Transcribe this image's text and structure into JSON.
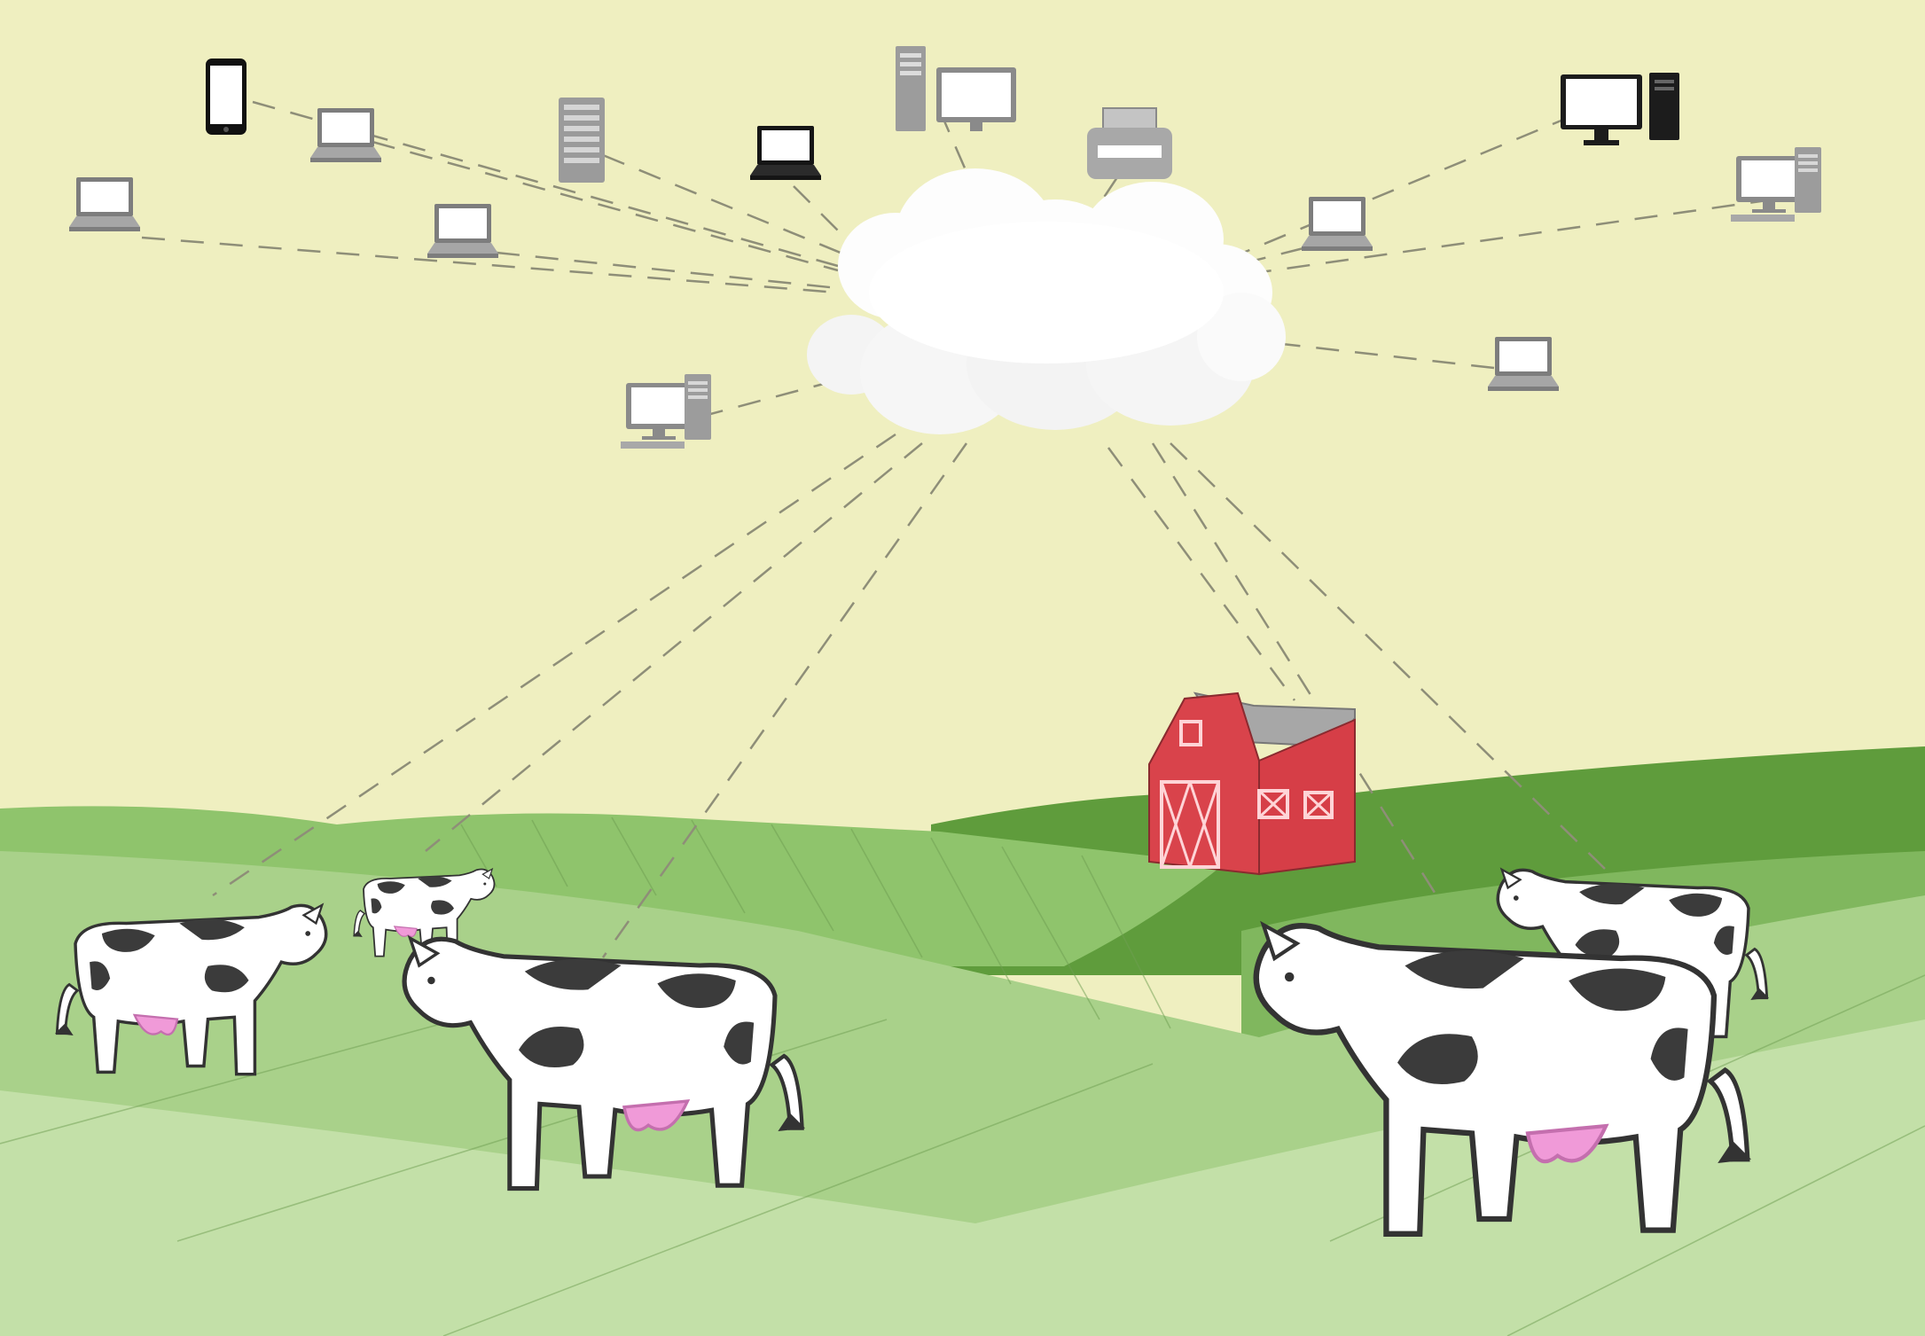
{
  "colors": {
    "sky": "#efefc0",
    "hill_back": "#5f9c3c",
    "hill_mid": "#7fb45c",
    "field_light": "#a9d18a",
    "field_front": "#c3e0a8",
    "barn_red": "#d9434b",
    "barn_roof": "#a7a7a7",
    "cloud": "#ffffff",
    "cow_spot": "#3b3b3b",
    "udder_pink": "#f09ad8",
    "device_gray": "#8f8f8f"
  },
  "devices": [
    {
      "id": "device-smartphone",
      "icon": "smartphone-icon"
    },
    {
      "id": "device-laptop-1",
      "icon": "laptop-icon"
    },
    {
      "id": "device-laptop-2",
      "icon": "laptop-icon"
    },
    {
      "id": "device-laptop-3",
      "icon": "laptop-icon"
    },
    {
      "id": "device-server",
      "icon": "server-icon"
    },
    {
      "id": "device-laptop-black",
      "icon": "laptop-icon"
    },
    {
      "id": "device-desktop-tower-1",
      "icon": "desktop-computer-icon"
    },
    {
      "id": "device-printer",
      "icon": "printer-icon"
    },
    {
      "id": "device-desktop-tower-2",
      "icon": "desktop-computer-icon"
    },
    {
      "id": "device-laptop-4",
      "icon": "laptop-icon"
    },
    {
      "id": "device-desktop-tower-3",
      "icon": "desktop-computer-icon"
    },
    {
      "id": "device-laptop-5",
      "icon": "laptop-icon"
    },
    {
      "id": "device-desktop-tower-4",
      "icon": "desktop-computer-icon"
    }
  ],
  "cows": [
    {
      "id": "cow-far-left",
      "icon": "cow-icon"
    },
    {
      "id": "cow-small",
      "icon": "cow-icon"
    },
    {
      "id": "cow-center",
      "icon": "cow-icon"
    },
    {
      "id": "cow-right-back",
      "icon": "cow-icon"
    },
    {
      "id": "cow-right-front",
      "icon": "cow-icon"
    }
  ],
  "cloud": {
    "icon": "cloud-icon"
  },
  "barn": {
    "icon": "barn-icon"
  }
}
